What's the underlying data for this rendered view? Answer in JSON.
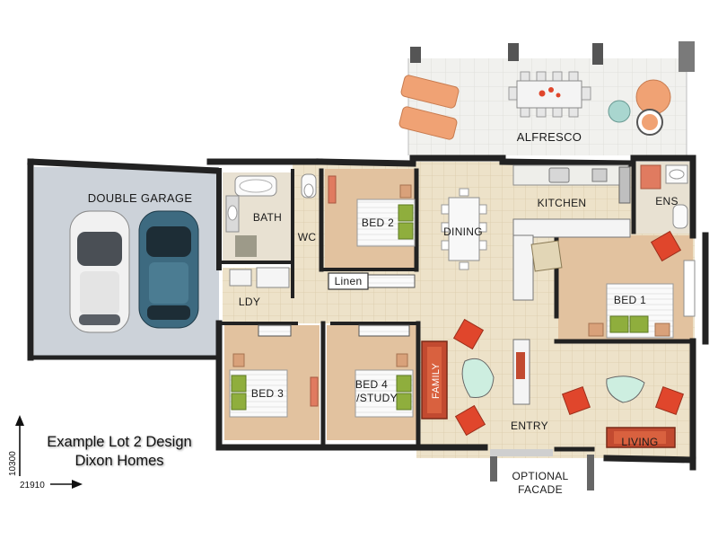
{
  "rooms": {
    "garage": "DOUBLE GARAGE",
    "bath": "BATH",
    "wc": "WC",
    "bed2": "BED 2",
    "dining": "DINING",
    "kitchen": "KITCHEN",
    "ens": "ENS",
    "alfresco": "ALFRESCO",
    "ldy": "LDY",
    "linen": "Linen",
    "bed1": "BED 1",
    "bed3": "BED 3",
    "bed4_line1": "BED 4",
    "bed4_line2": "/STUDY",
    "family": "FAMILY",
    "entry": "ENTRY",
    "living": "LIVING",
    "facade_line1": "OPTIONAL",
    "facade_line2": "FACADE"
  },
  "caption": {
    "line1": "Example Lot 2 Design",
    "line2": "Dixon Homes"
  },
  "dimensions": {
    "width": "21910",
    "depth": "10300"
  },
  "colors": {
    "wall": "#222222",
    "tile_floor": "#ece0c6",
    "carpet_floor": "#e2c29f",
    "garage_floor": "#cfd4da",
    "bed_green": "#8fae3d",
    "chair_red": "#e0462c"
  }
}
